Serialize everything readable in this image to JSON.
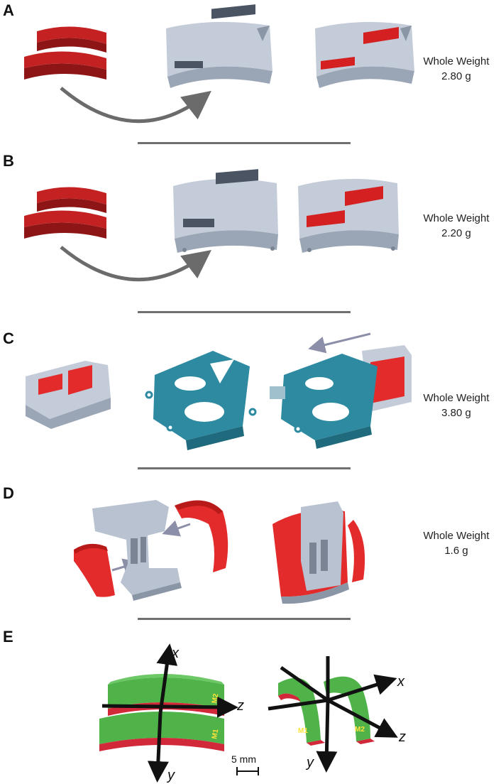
{
  "panels": {
    "a": {
      "letter": "A",
      "weight_label": "Whole Weight",
      "weight_value": "2.80 g"
    },
    "b": {
      "letter": "B",
      "weight_label": "Whole Weight",
      "weight_value": "2.20 g"
    },
    "c": {
      "letter": "C",
      "weight_label": "Whole Weight",
      "weight_value": "3.80 g"
    },
    "d": {
      "letter": "D",
      "weight_label": "Whole Weight",
      "weight_value": "1.6 g"
    },
    "e": {
      "letter": "E",
      "axes_left": {
        "x": "x",
        "y": "y",
        "z": "z"
      },
      "axes_right": {
        "x": "x",
        "y": "y",
        "z": "z"
      },
      "magnets": {
        "m1": "M1",
        "m2": "M2"
      },
      "scale_bar": "5 mm"
    }
  },
  "colors": {
    "magnet_red": "#b01c1c",
    "insert_red": "#e42b2b",
    "housing_gray": "#b8c2d0",
    "frame_teal": "#2a7f95",
    "magnet_green": "#47a843",
    "arrow_gray": "#6b6b6b",
    "divider_gray": "#707070"
  }
}
